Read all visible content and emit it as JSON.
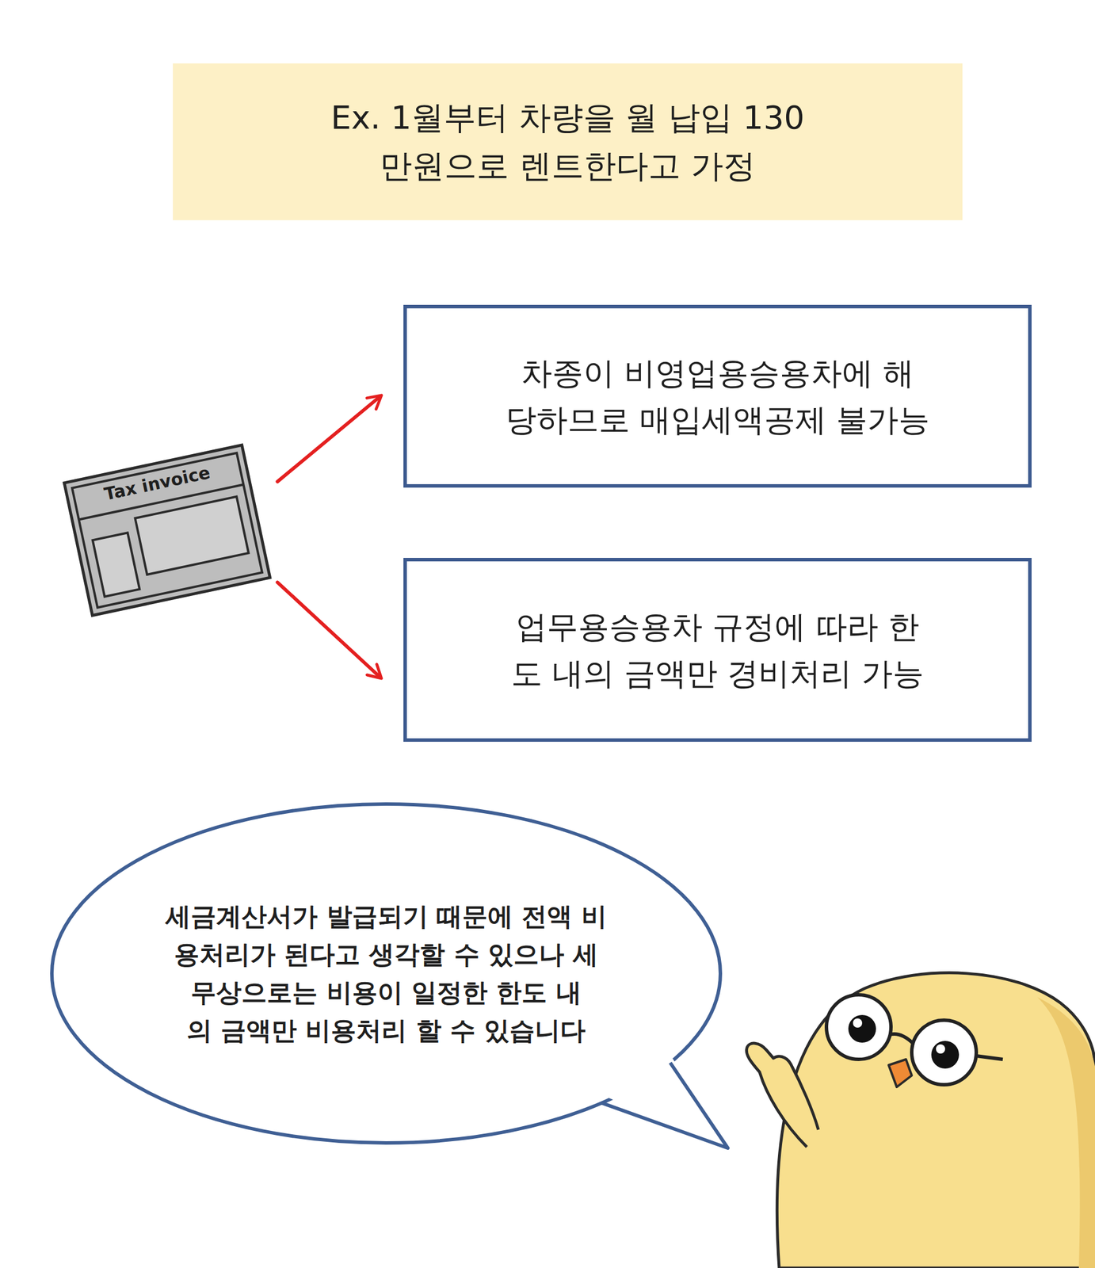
{
  "diagram": {
    "nodes": [
      {
        "text": [
          "Ex. 1월부터 차량을 월 납입 130만원으로 렌트한다고 가정"
        ]
      },
      {
        "text": [
          "Tax invoice"
        ]
      },
      {
        "text": [
          "차종이 비영업용승용차에 해당하므로 매입세액공제 불가능"
        ]
      },
      {
        "text": [
          "업무용승용차 규정에 따라 한도 내의 금액만 경비처리 가능"
        ]
      },
      {
        "text": [
          "세금계산서가 발급되기 때문에 전액 비용처리가 된다고 생각할 수 있으나 세무상으로는 비용이 일정한 한도 내의 금액만 비용처리 할 수 있습니다"
        ]
      }
    ],
    "edges": [
      {
        "from": 1,
        "to": 2,
        "arrow": "to"
      },
      {
        "from": 1,
        "to": 3,
        "arrow": "to"
      }
    ]
  }
}
